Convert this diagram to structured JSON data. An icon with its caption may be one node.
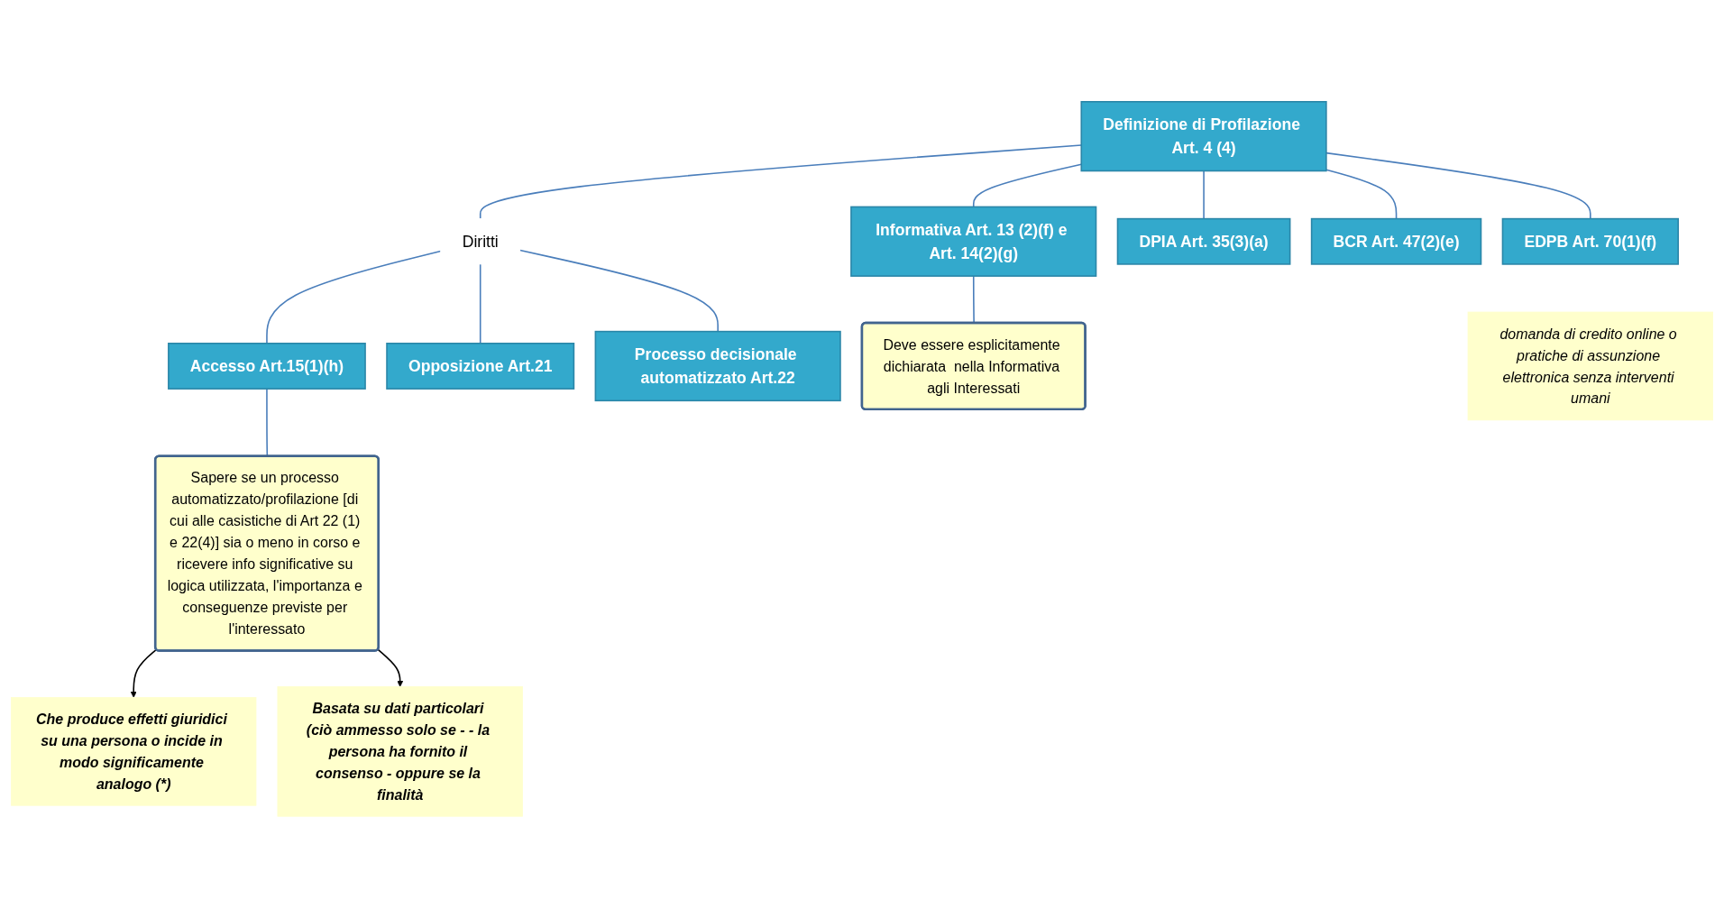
{
  "diagram": {
    "nodes": [
      {
        "text": [
          "Definizione di Profilazione Art. 4 (4)"
        ]
      },
      {
        "text": [
          "Informativa Art. 13 (2)(f) e Art. 14(2)(g)"
        ]
      },
      {
        "text": [
          "Diritti"
        ]
      },
      {
        "text": [
          "Accesso Art.15(1)(h)"
        ]
      },
      {
        "text": [
          "Opposizione Art.21"
        ]
      },
      {
        "text": [
          "Processo decisionale automatizzato Art.22"
        ]
      },
      {
        "text": [
          "DPIA Art. 35(3)(a)"
        ]
      },
      {
        "text": [
          "BCR Art. 47(2)(e)"
        ]
      },
      {
        "text": [
          "EDPB Art. 70(1)(f)"
        ]
      },
      {
        "text": [
          "domanda di credito online o pratiche di assunzione elettronica senza interventi umani"
        ]
      },
      {
        "text": [
          "Deve essere esplicitamente dichiarata  nella Informativa agli Interessati"
        ]
      },
      {
        "text": [
          "Sapere se un processo automatizzato/profilazione [di cui alle casistiche di Art 22 (1) e 22(4)] sia o meno in corso e ricevere info significative su logica utilizzata, l'importanza e conseguenze previste per l'interessato"
        ]
      },
      {
        "text": [
          "Che produce effetti giuridici su una persona o incide in modo significamente analogo (*)"
        ]
      },
      {
        "text": [
          "Basata su dati particolari (ciò ammesso solo se - - la persona ha fornito il consenso - oppure se la finalità"
        ]
      }
    ],
    "edges": [
      {
        "from": 0,
        "to": 1,
        "arrow": "none"
      },
      {
        "from": 0,
        "to": 2,
        "arrow": "none"
      },
      {
        "from": 0,
        "to": 6,
        "arrow": "none"
      },
      {
        "from": 0,
        "to": 7,
        "arrow": "none"
      },
      {
        "from": 0,
        "to": 8,
        "arrow": "none"
      },
      {
        "from": 2,
        "to": 3,
        "arrow": "none"
      },
      {
        "from": 2,
        "to": 4,
        "arrow": "none"
      },
      {
        "from": 2,
        "to": 5,
        "arrow": "none"
      },
      {
        "from": 1,
        "to": 10,
        "arrow": "none"
      },
      {
        "from": 3,
        "to": 11,
        "arrow": "none"
      },
      {
        "from": 11,
        "to": 12,
        "arrow": "to",
        "color": "#000000"
      },
      {
        "from": 11,
        "to": 13,
        "arrow": "to",
        "color": "#000000"
      }
    ]
  }
}
